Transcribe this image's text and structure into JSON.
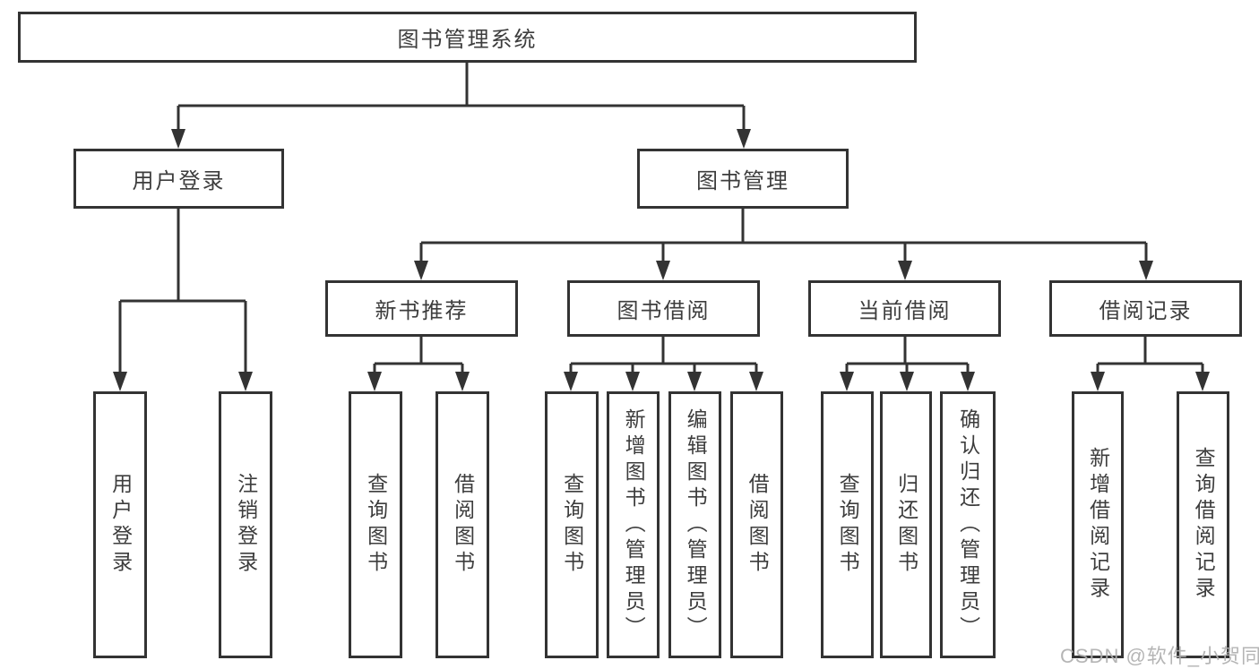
{
  "tree": {
    "root": "图书管理系统",
    "branches": [
      {
        "label": "用户登录",
        "children": [
          "用户登录",
          "注销登录"
        ]
      },
      {
        "label": "图书管理",
        "children": [
          {
            "label": "新书推荐",
            "children": [
              "查询图书",
              "借阅图书"
            ]
          },
          {
            "label": "图书借阅",
            "children": [
              "查询图书",
              "新增图书（管理员）",
              "编辑图书（管理员）",
              "借阅图书"
            ]
          },
          {
            "label": "当前借阅",
            "children": [
              "查询图书",
              "归还图书",
              "确认归还（管理员）"
            ]
          },
          {
            "label": "借阅记录",
            "children": [
              "新增借阅记录",
              "查询借阅记录"
            ]
          }
        ]
      }
    ]
  },
  "watermark": "CSDN @软件_小贺同学",
  "colors": {
    "line": "#333333",
    "text": "#3d3d3d",
    "background": "#ffffff",
    "watermark": "#afafaf"
  }
}
